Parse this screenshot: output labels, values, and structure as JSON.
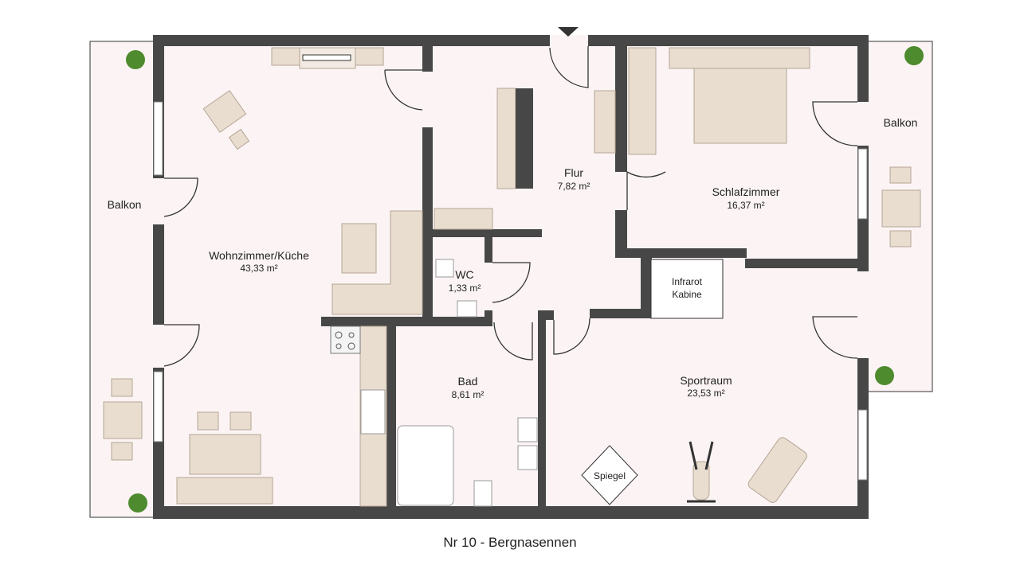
{
  "plan": {
    "caption": "Nr 10 - Bergnasennen",
    "rooms": {
      "wohnzimmer": {
        "name": "Wohnzimmer/Küche",
        "area": "43,33 m²"
      },
      "flur": {
        "name": "Flur",
        "area": "7,82 m²"
      },
      "schlafzimmer": {
        "name": "Schlafzimmer",
        "area": "16,37 m²"
      },
      "wc": {
        "name": "WC",
        "area": "1,33 m²"
      },
      "bad": {
        "name": "Bad",
        "area": "8,61 m²"
      },
      "sportraum": {
        "name": "Sportraum",
        "area": "23,53 m²"
      }
    },
    "balkon_left": "Balkon",
    "balkon_right": "Balkon",
    "infrarot_line1": "Infrarot",
    "infrarot_line2": "Kabine",
    "spiegel": "Spiegel"
  },
  "colors": {
    "wall": "#474747",
    "floor": "#fcf4f4",
    "furniture": "#e9ddd0"
  }
}
